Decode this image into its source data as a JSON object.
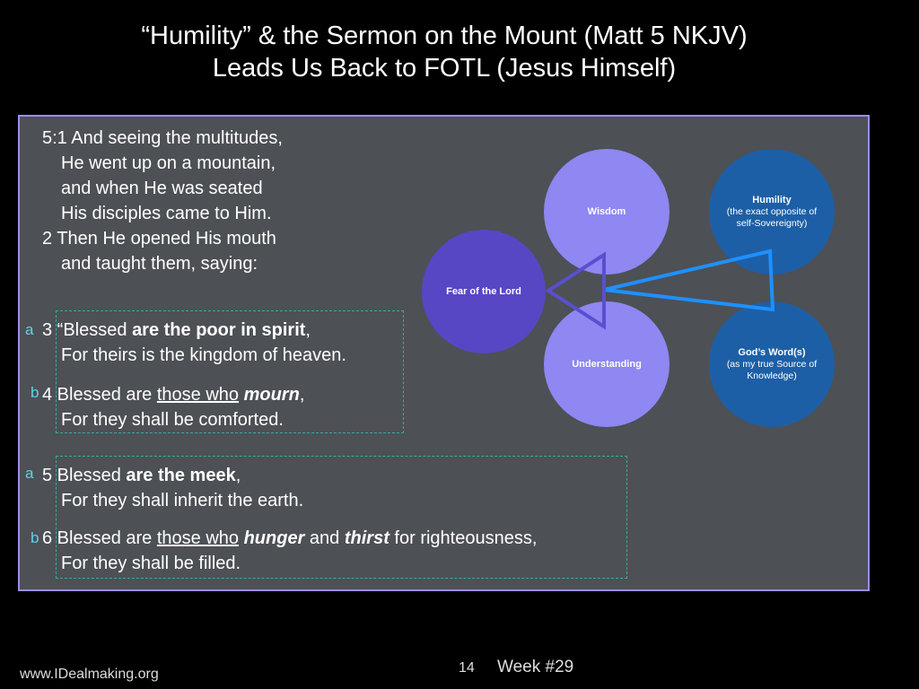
{
  "title": {
    "line1": "“Humility” & the Sermon on the Mount (Matt 5 NKJV)",
    "line2": "Leads Us Back to FOTL (Jesus Himself)"
  },
  "scripture": {
    "v1_l1": "5:1 And seeing the multitudes,",
    "v1_l2": "He went up on a mountain,",
    "v1_l3": "and when He was seated",
    "v1_l4": "His disciples came to Him.",
    "v2_l1": "2 Then He opened His mouth",
    "v2_l2": "and taught them, saying:",
    "v3_pre": "3 “Blessed ",
    "v3_bold": "are the poor in spirit",
    "v3_post": ",",
    "v3_l2": "For theirs is the kingdom of heaven.",
    "v4_pre": "4 Blessed are ",
    "v4_u": "those who",
    "v4_sp": " ",
    "v4_bi": "mourn",
    "v4_post": ",",
    "v4_l2": "For they shall be comforted.",
    "v5_pre": "5 Blessed ",
    "v5_bold": "are the meek",
    "v5_post": ",",
    "v5_l2": "For they shall inherit the earth.",
    "v6_pre": "6 Blessed are ",
    "v6_u": "those who",
    "v6_sp": " ",
    "v6_bi1": "hunger",
    "v6_mid": " and ",
    "v6_bi2": "thirst",
    "v6_post": " for righteousness,",
    "v6_l2": "For they shall be filled."
  },
  "markers": {
    "a": "a",
    "b": "b"
  },
  "diagram": {
    "wisdom": "Wisdom",
    "understanding": "Understanding",
    "fear": "Fear of the Lord",
    "humility": "Humility",
    "humility_sub": "(the exact opposite of self-Sovereignty)",
    "gods_word": "God’s Word(s)",
    "gods_word_sub": "(as my true Source of Knowledge)"
  },
  "colors": {
    "background": "#000000",
    "panel": "#4d5055",
    "panel_border": "#9b8df0",
    "light_purple": "#8f87f2",
    "dark_purple": "#5747c4",
    "blue_circle": "#1d5fa6",
    "cyan_triangle": "#1e90ff",
    "purple_triangle": "#5a4fd0",
    "marker": "#5fd3e3"
  },
  "footer": {
    "website": "www.IDealmaking.org",
    "slide_number": "14",
    "week": "Week #29"
  }
}
